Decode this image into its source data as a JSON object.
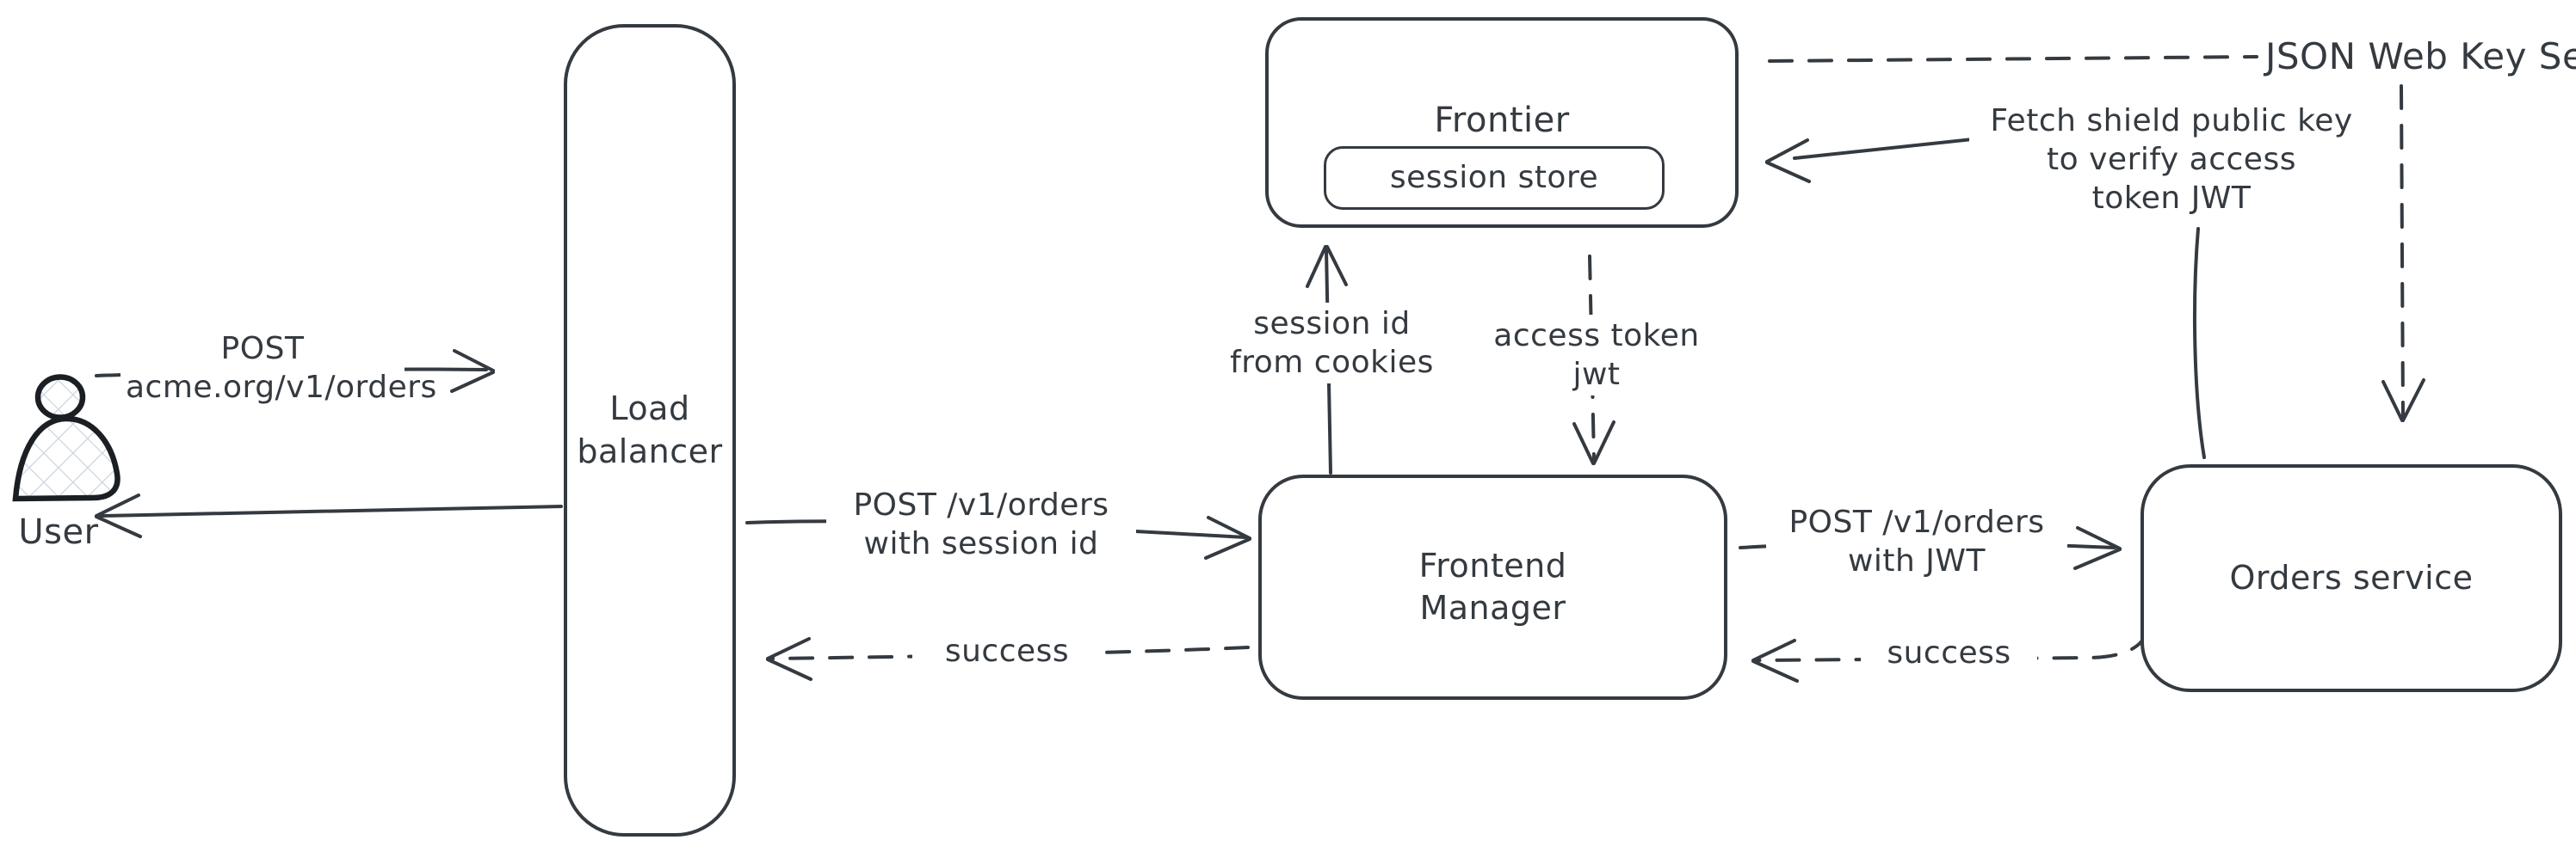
{
  "diagram": {
    "background_color": "#ffffff",
    "stroke_color": "#343a40",
    "actor": {
      "label": "User"
    },
    "nodes": {
      "load_balancer": {
        "label": "Load\nbalancer"
      },
      "frontier": {
        "label": "Frontier"
      },
      "session_store": {
        "label": "session store"
      },
      "frontend_manager": {
        "label": "Frontend\nManager"
      },
      "orders_service": {
        "label": "Orders service"
      }
    },
    "edge_labels": {
      "post_acme": "POST\nacme.org/v1/orders",
      "post_with_session": "POST /v1/orders\nwith session id",
      "success_left": "success",
      "session_id_cookies": "session id\nfrom cookies",
      "access_token_jwt": "access token\njwt",
      "post_with_jwt": "POST /v1/orders\nwith JWT",
      "success_right": "success",
      "jwks": "JSON Web Key Set",
      "fetch_shield": "Fetch shield public key\nto verify access\ntoken JWT"
    }
  }
}
